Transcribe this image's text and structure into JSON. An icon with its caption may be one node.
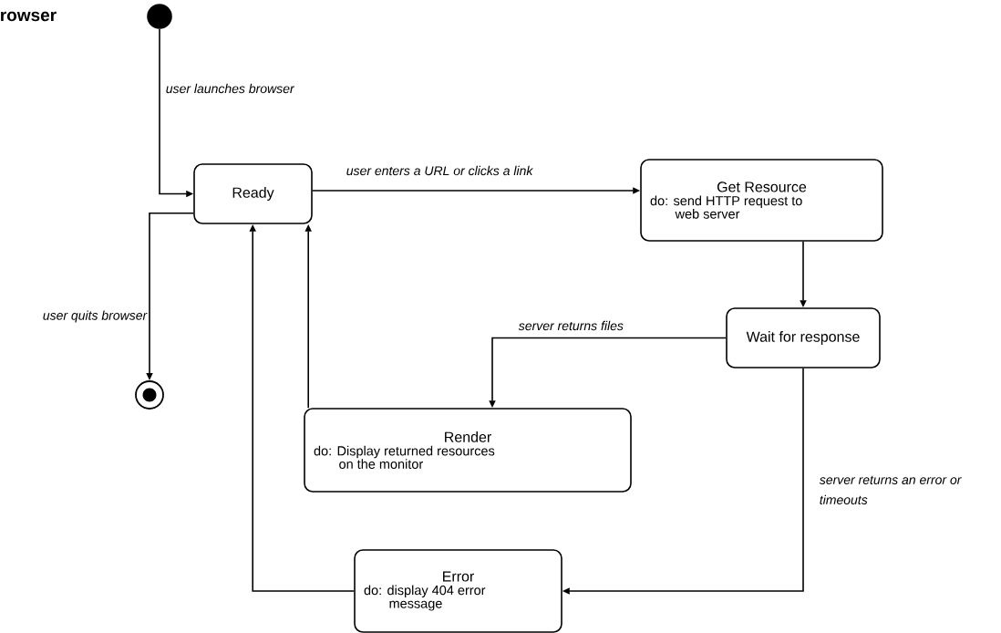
{
  "diagram": {
    "title": "rowser",
    "nodes": [
      {
        "text": [],
        "shape": "circle"
      },
      {
        "text": [
          "Ready"
        ]
      },
      {
        "text": [
          "Get Resource",
          "do: send HTTP request to web server"
        ]
      },
      {
        "text": [
          "Wait for response"
        ]
      },
      {
        "text": [
          "Render",
          "do: Display returned resources on the monitor"
        ]
      },
      {
        "text": [
          "Error",
          "do: display 404 error message"
        ]
      },
      {
        "text": [],
        "shape": "circle"
      }
    ],
    "edges": [
      {
        "from": 0,
        "to": 1,
        "arrow": "to",
        "label": "user launches browser"
      },
      {
        "from": 1,
        "to": 6,
        "arrow": "to",
        "label": "user quits browser"
      },
      {
        "from": 1,
        "to": 2,
        "arrow": "to",
        "label": "user enters a URL or clicks a link"
      },
      {
        "from": 2,
        "to": 3,
        "arrow": "to"
      },
      {
        "from": 3,
        "to": 4,
        "arrow": "to",
        "label": "server returns files"
      },
      {
        "from": 3,
        "to": 5,
        "arrow": "to",
        "label": "server returns an error or timeouts"
      },
      {
        "from": 4,
        "to": 1,
        "arrow": "to"
      },
      {
        "from": 5,
        "to": 1,
        "arrow": "to"
      }
    ]
  }
}
